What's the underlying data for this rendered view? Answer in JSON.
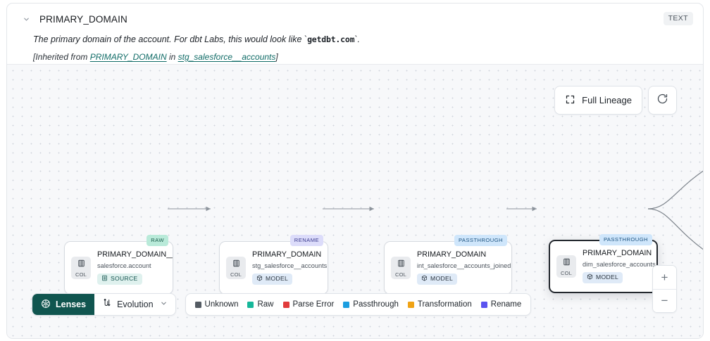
{
  "header": {
    "collapse_icon": "chevron-down-icon",
    "column_name": "PRIMARY_DOMAIN",
    "type_badge": "TEXT",
    "description_before": "The primary domain of the account. For dbt Labs, this would look like `",
    "description_code": "getdbt.com",
    "description_after": "`.",
    "inherited_prefix": "[Inherited from ",
    "inherited_column_link": "PRIMARY_DOMAIN",
    "inherited_mid": " in ",
    "inherited_model_link": "stg_salesforce__accounts",
    "inherited_suffix": "]"
  },
  "canvas": {
    "full_lineage_label": "Full Lineage",
    "full_lineage_icon": "expand-icon",
    "refresh_icon": "refresh-icon",
    "zoom_in_label": "+",
    "zoom_out_label": "−"
  },
  "lineage_nodes": [
    {
      "chip": "COL",
      "chip_icon": "column-icon",
      "title": "PRIMARY_DOMAIN__C",
      "subtitle": "salesforce.account",
      "materialization": "SOURCE",
      "materialization_icon": "database-icon",
      "tag": "RAW",
      "tag_kind": "raw",
      "selected": false
    },
    {
      "chip": "COL",
      "chip_icon": "column-icon",
      "title": "PRIMARY_DOMAIN",
      "subtitle": "stg_salesforce__accounts",
      "materialization": "MODEL",
      "materialization_icon": "cube-icon",
      "tag": "RENAME",
      "tag_kind": "rename",
      "selected": false
    },
    {
      "chip": "COL",
      "chip_icon": "column-icon",
      "title": "PRIMARY_DOMAIN",
      "subtitle": "int_salesforce__accounts_joined",
      "materialization": "MODEL",
      "materialization_icon": "cube-icon",
      "tag": "PASSTHROUGH",
      "tag_kind": "passthrough",
      "selected": false
    },
    {
      "chip": "COL",
      "chip_icon": "column-icon",
      "title": "PRIMARY_DOMAIN",
      "subtitle": "dim_salesforce_accounts",
      "materialization": "MODEL",
      "materialization_icon": "cube-icon",
      "tag": "PASSTHROUGH",
      "tag_kind": "passthrough",
      "selected": true
    }
  ],
  "toolbar": {
    "lenses_label": "Lenses",
    "lenses_icon": "aperture-icon",
    "evolution_label": "Evolution",
    "evolution_icon": "branch-icon",
    "evolution_caret": "chevron-down-icon"
  },
  "legend": [
    {
      "label": "Unknown",
      "color": "#545b63"
    },
    {
      "label": "Raw",
      "color": "#16b79a"
    },
    {
      "label": "Parse Error",
      "color": "#e13b3b"
    },
    {
      "label": "Passthrough",
      "color": "#1c9ee0"
    },
    {
      "label": "Transformation",
      "color": "#f0a315"
    },
    {
      "label": "Rename",
      "color": "#5a53ef"
    }
  ]
}
